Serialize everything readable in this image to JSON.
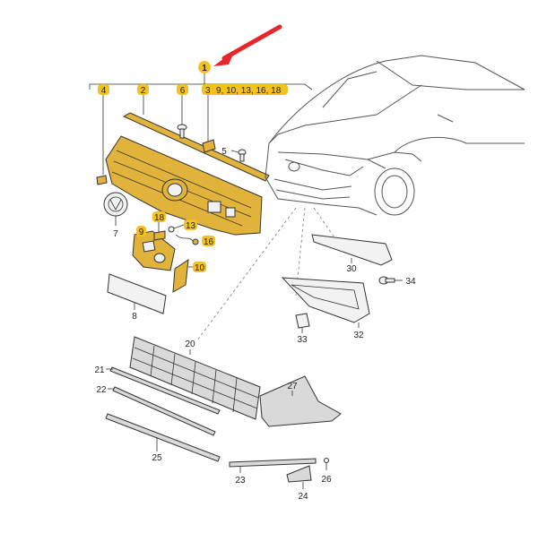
{
  "callouts": {
    "c1": "1",
    "c4": "4",
    "c2": "2",
    "c6": "6",
    "c3_group": "3",
    "c9_group": "9, 10, 13, 16, 18",
    "c5": "5",
    "c7": "7",
    "c18": "18",
    "c13": "13",
    "c9": "9",
    "c16": "16",
    "c10": "10",
    "c8": "8",
    "c30": "30",
    "c34": "34",
    "c32": "32",
    "c33": "33",
    "c20": "20",
    "c21": "21",
    "c22": "22",
    "c27": "27",
    "c25": "25",
    "c23": "23",
    "c26": "26",
    "c24": "24"
  },
  "colors": {
    "highlight": "#f4c21f",
    "part_highlight": "#e2b33a",
    "arrow": "#e8262a"
  }
}
